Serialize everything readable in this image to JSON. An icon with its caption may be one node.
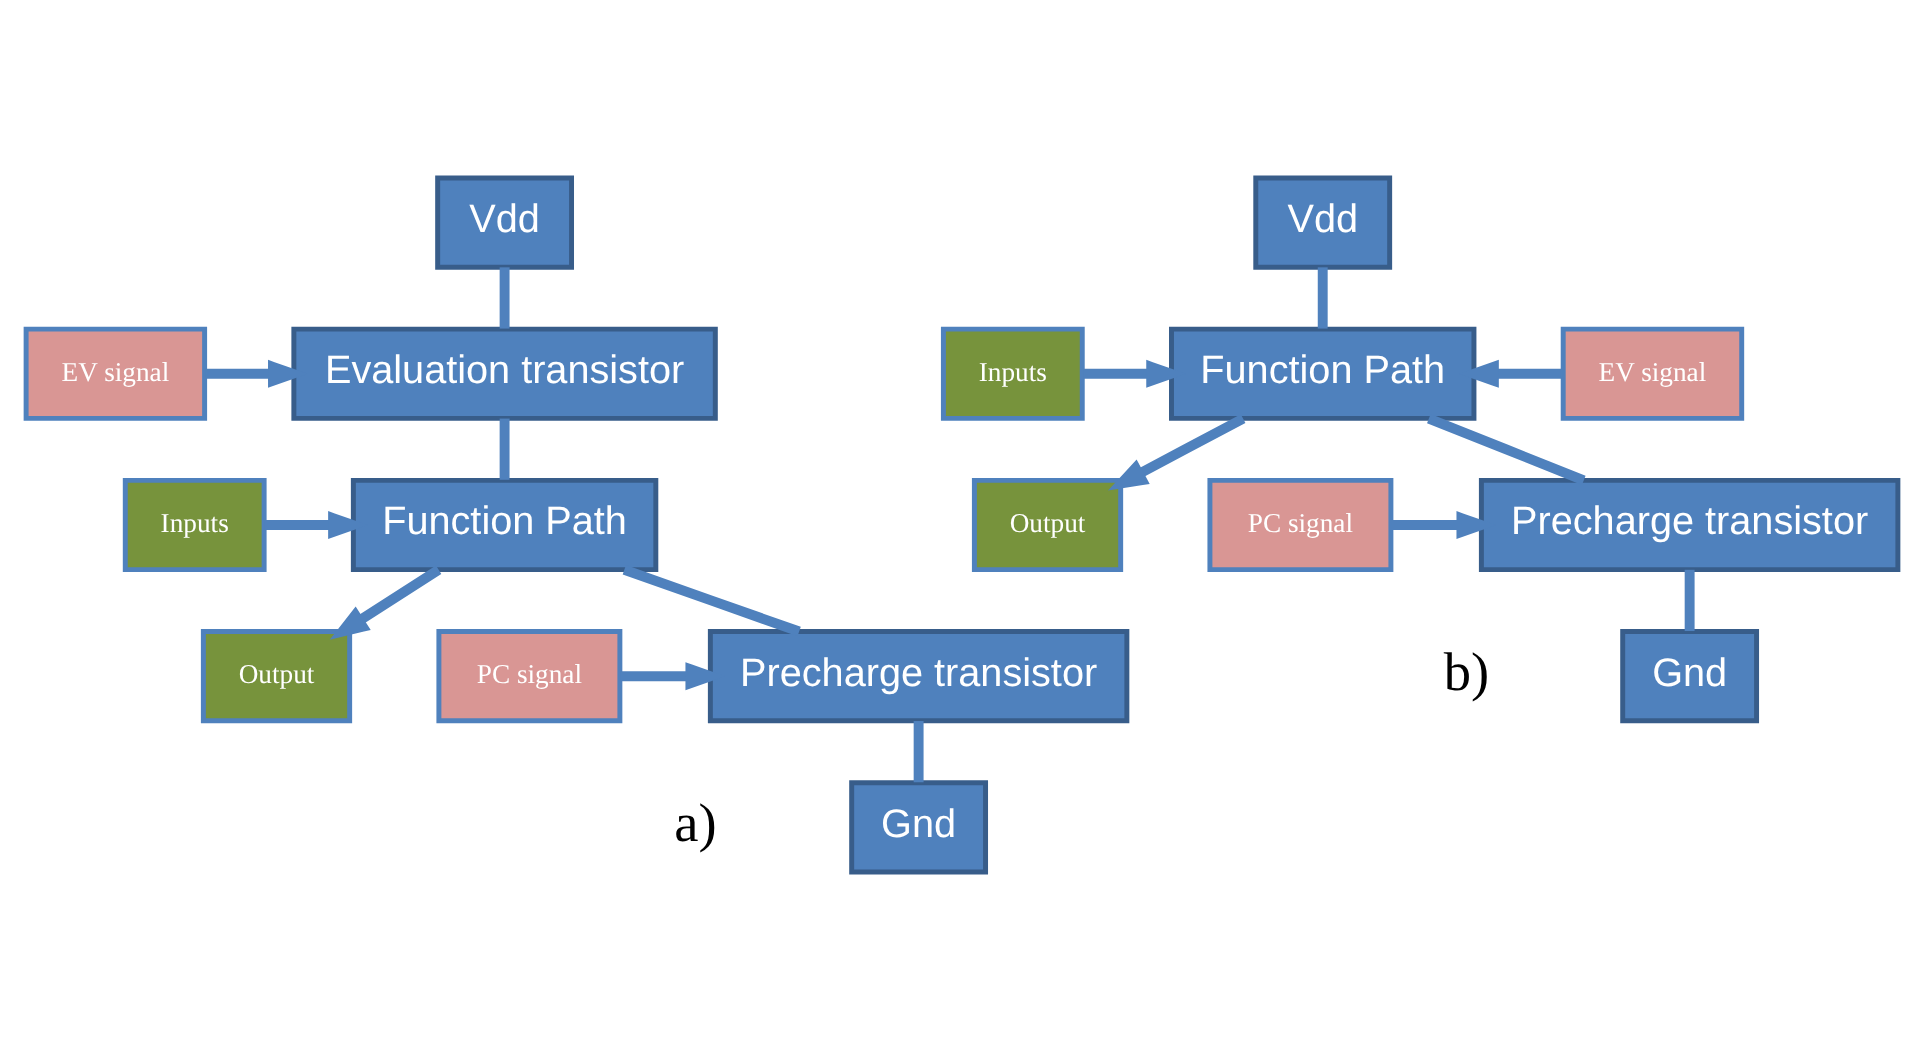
{
  "diagram": {
    "nodes": [
      {
        "text": [
          "Vdd"
        ]
      },
      {
        "text": [
          "Evaluation transistor"
        ]
      },
      {
        "text": [
          "EV signal"
        ]
      },
      {
        "text": [
          "Function Path"
        ]
      },
      {
        "text": [
          "Inputs"
        ]
      },
      {
        "text": [
          "Output"
        ]
      },
      {
        "text": [
          "Precharge transistor"
        ]
      },
      {
        "text": [
          "PC signal"
        ]
      },
      {
        "text": [
          "Gnd"
        ]
      },
      {
        "text": [
          "Vdd"
        ]
      },
      {
        "text": [
          "Function Path"
        ]
      },
      {
        "text": [
          "Inputs"
        ]
      },
      {
        "text": [
          "EV signal"
        ]
      },
      {
        "text": [
          "Output"
        ]
      },
      {
        "text": [
          "Precharge transistor"
        ]
      },
      {
        "text": [
          "PC signal"
        ]
      },
      {
        "text": [
          "Gnd"
        ]
      }
    ],
    "edges": [
      {
        "from": 0,
        "to": 1,
        "arrow": "none"
      },
      {
        "from": 2,
        "to": 1,
        "arrow": "to"
      },
      {
        "from": 1,
        "to": 3,
        "arrow": "none"
      },
      {
        "from": 4,
        "to": 3,
        "arrow": "to"
      },
      {
        "from": 3,
        "to": 6,
        "arrow": "none"
      },
      {
        "from": 3,
        "to": 5,
        "arrow": "to"
      },
      {
        "from": 7,
        "to": 6,
        "arrow": "to"
      },
      {
        "from": 6,
        "to": 8,
        "arrow": "none"
      },
      {
        "from": 9,
        "to": 10,
        "arrow": "none"
      },
      {
        "from": 11,
        "to": 10,
        "arrow": "to"
      },
      {
        "from": 12,
        "to": 10,
        "arrow": "to"
      },
      {
        "from": 10,
        "to": 14,
        "arrow": "none"
      },
      {
        "from": 10,
        "to": 13,
        "arrow": "to"
      },
      {
        "from": 15,
        "to": 14,
        "arrow": "to"
      },
      {
        "from": 14,
        "to": 16,
        "arrow": "none"
      }
    ],
    "labels": [
      "a)",
      "b)"
    ]
  }
}
